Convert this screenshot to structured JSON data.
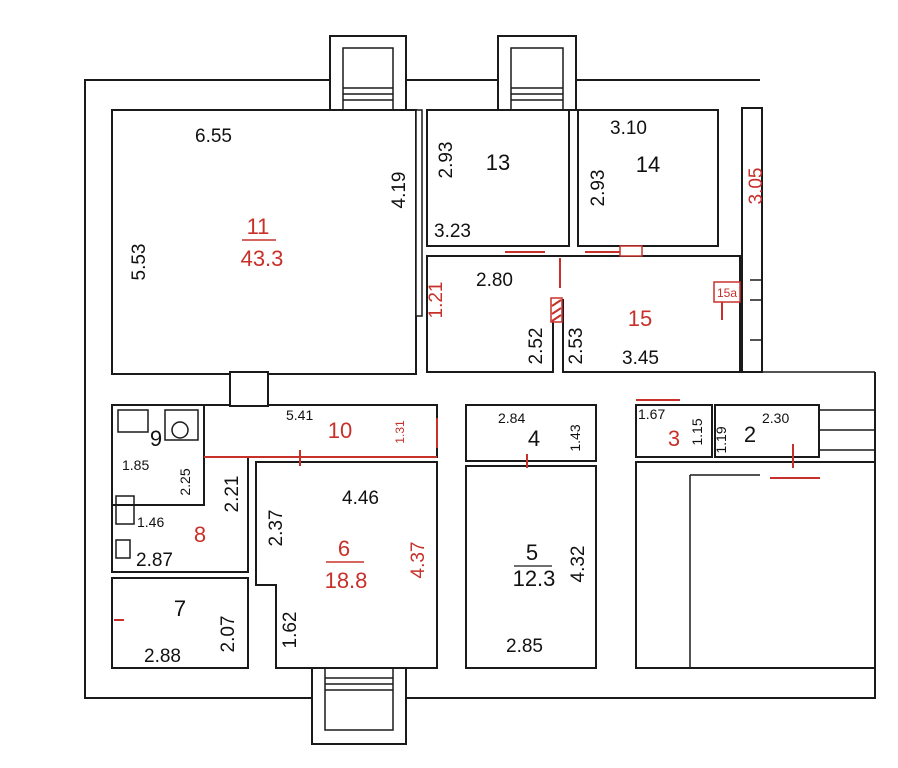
{
  "rooms": {
    "r11": {
      "number": "11",
      "area": "43.3",
      "dims": [
        "6.55",
        "5.53",
        "4.19",
        "1.21"
      ]
    },
    "r13": {
      "number": "13",
      "dims": [
        "2.93",
        "3.23"
      ]
    },
    "r14": {
      "number": "14",
      "dims": [
        "3.10",
        "2.93"
      ]
    },
    "r15": {
      "number": "15",
      "dims": [
        "2.80",
        "2.52",
        "2.53",
        "3.45"
      ],
      "sub_label": "15a"
    },
    "r10": {
      "number": "10",
      "dims": [
        "5.41",
        "1.31"
      ]
    },
    "r9": {
      "number": "9",
      "dims": [
        "1.85",
        "2.25"
      ]
    },
    "r8": {
      "number": "8",
      "dims": [
        "1.46",
        "2.21",
        "2.87"
      ]
    },
    "r7": {
      "number": "7",
      "dims": [
        "2.88",
        "2.07"
      ]
    },
    "r6": {
      "number": "6",
      "area": "18.8",
      "dims": [
        "4.46",
        "2.37",
        "4.37",
        "1.62"
      ]
    },
    "r4": {
      "number": "4",
      "dims": [
        "2.84",
        "1.43"
      ]
    },
    "r5": {
      "number": "5",
      "area": "12.3",
      "dims": [
        "4.32",
        "2.85"
      ]
    },
    "r3": {
      "number": "3",
      "dims": [
        "1.67"
      ]
    },
    "r2": {
      "number": "2",
      "dims": [
        "1.15",
        "1.19",
        "2.30"
      ]
    },
    "cut": {
      "dims": [
        "3.05"
      ]
    }
  },
  "colors": {
    "wall": "#1a1a1a",
    "accent": "#c8302a",
    "background": "#ffffff"
  }
}
